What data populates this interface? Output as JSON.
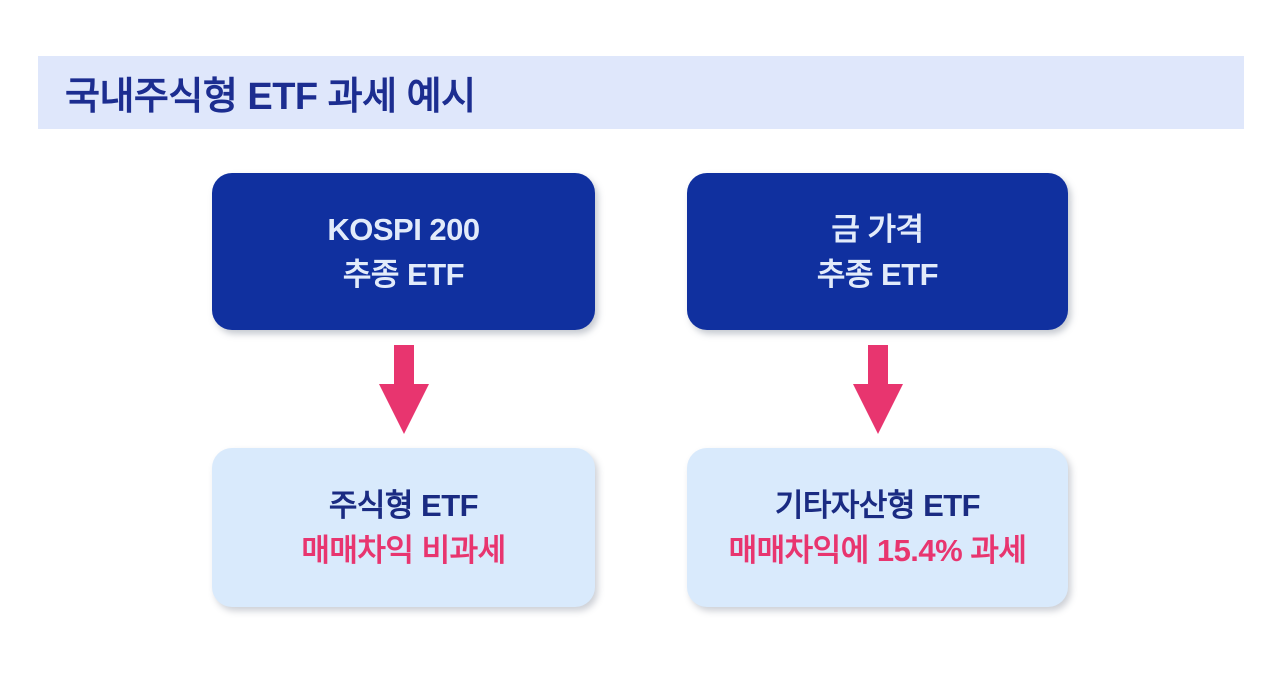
{
  "title": {
    "text": "국내주식형 ETF 과세 예시"
  },
  "columns": [
    {
      "source": {
        "line1": "KOSPI 200",
        "line2": "추종 ETF"
      },
      "arrow_icon": "down-arrow",
      "result": {
        "line1": "주식형 ETF",
        "line2_prefix": "매매차익 ",
        "line2_bold": "비과세"
      }
    },
    {
      "source": {
        "line1": "금 가격",
        "line2": "추종 ETF"
      },
      "arrow_icon": "down-arrow",
      "result": {
        "line1": "기타자산형 ETF",
        "line2_prefix": "매매차익에 ",
        "line2_bold": "15.4% 과세"
      }
    }
  ],
  "colors": {
    "page_bg": "#ffffff",
    "title_band_bg": "#dfe7fb",
    "title_text": "#1c2d90",
    "source_box_bg": "#10309f",
    "source_box_text": "#e2ebfa",
    "result_box_bg": "#d9eafc",
    "result_box_text_navy": "#1a2b82",
    "accent_pink": "#e8356f"
  }
}
